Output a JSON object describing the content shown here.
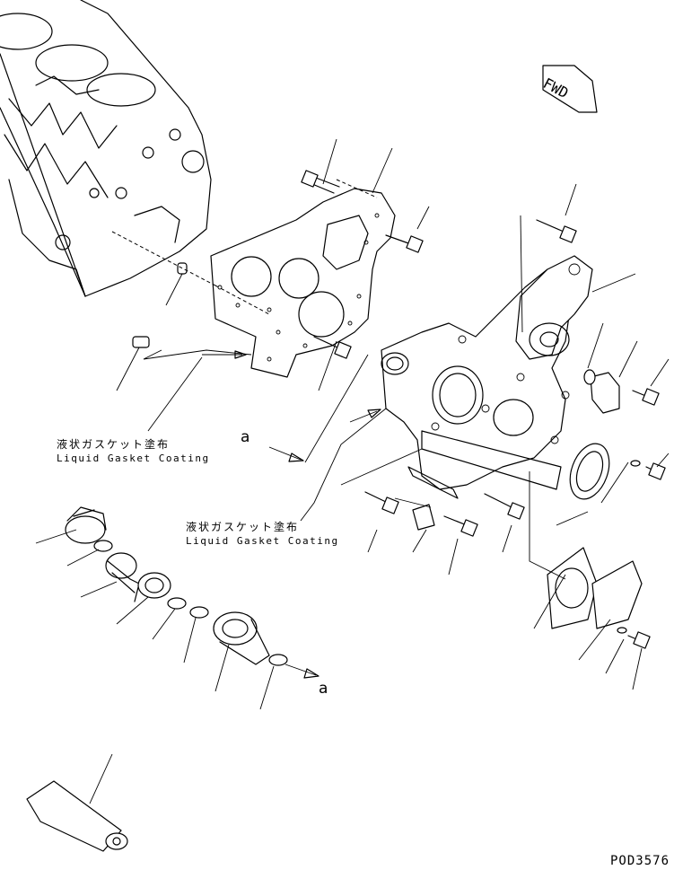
{
  "direction_marker": "FWD",
  "notes": [
    {
      "jp": "液状ガスケット塗布",
      "en": "Liquid Gasket Coating"
    },
    {
      "jp": "液状ガスケット塗布",
      "en": "Liquid Gasket Coating"
    }
  ],
  "reference_marks": [
    "a",
    "a"
  ],
  "drawing_id": "POD3576"
}
